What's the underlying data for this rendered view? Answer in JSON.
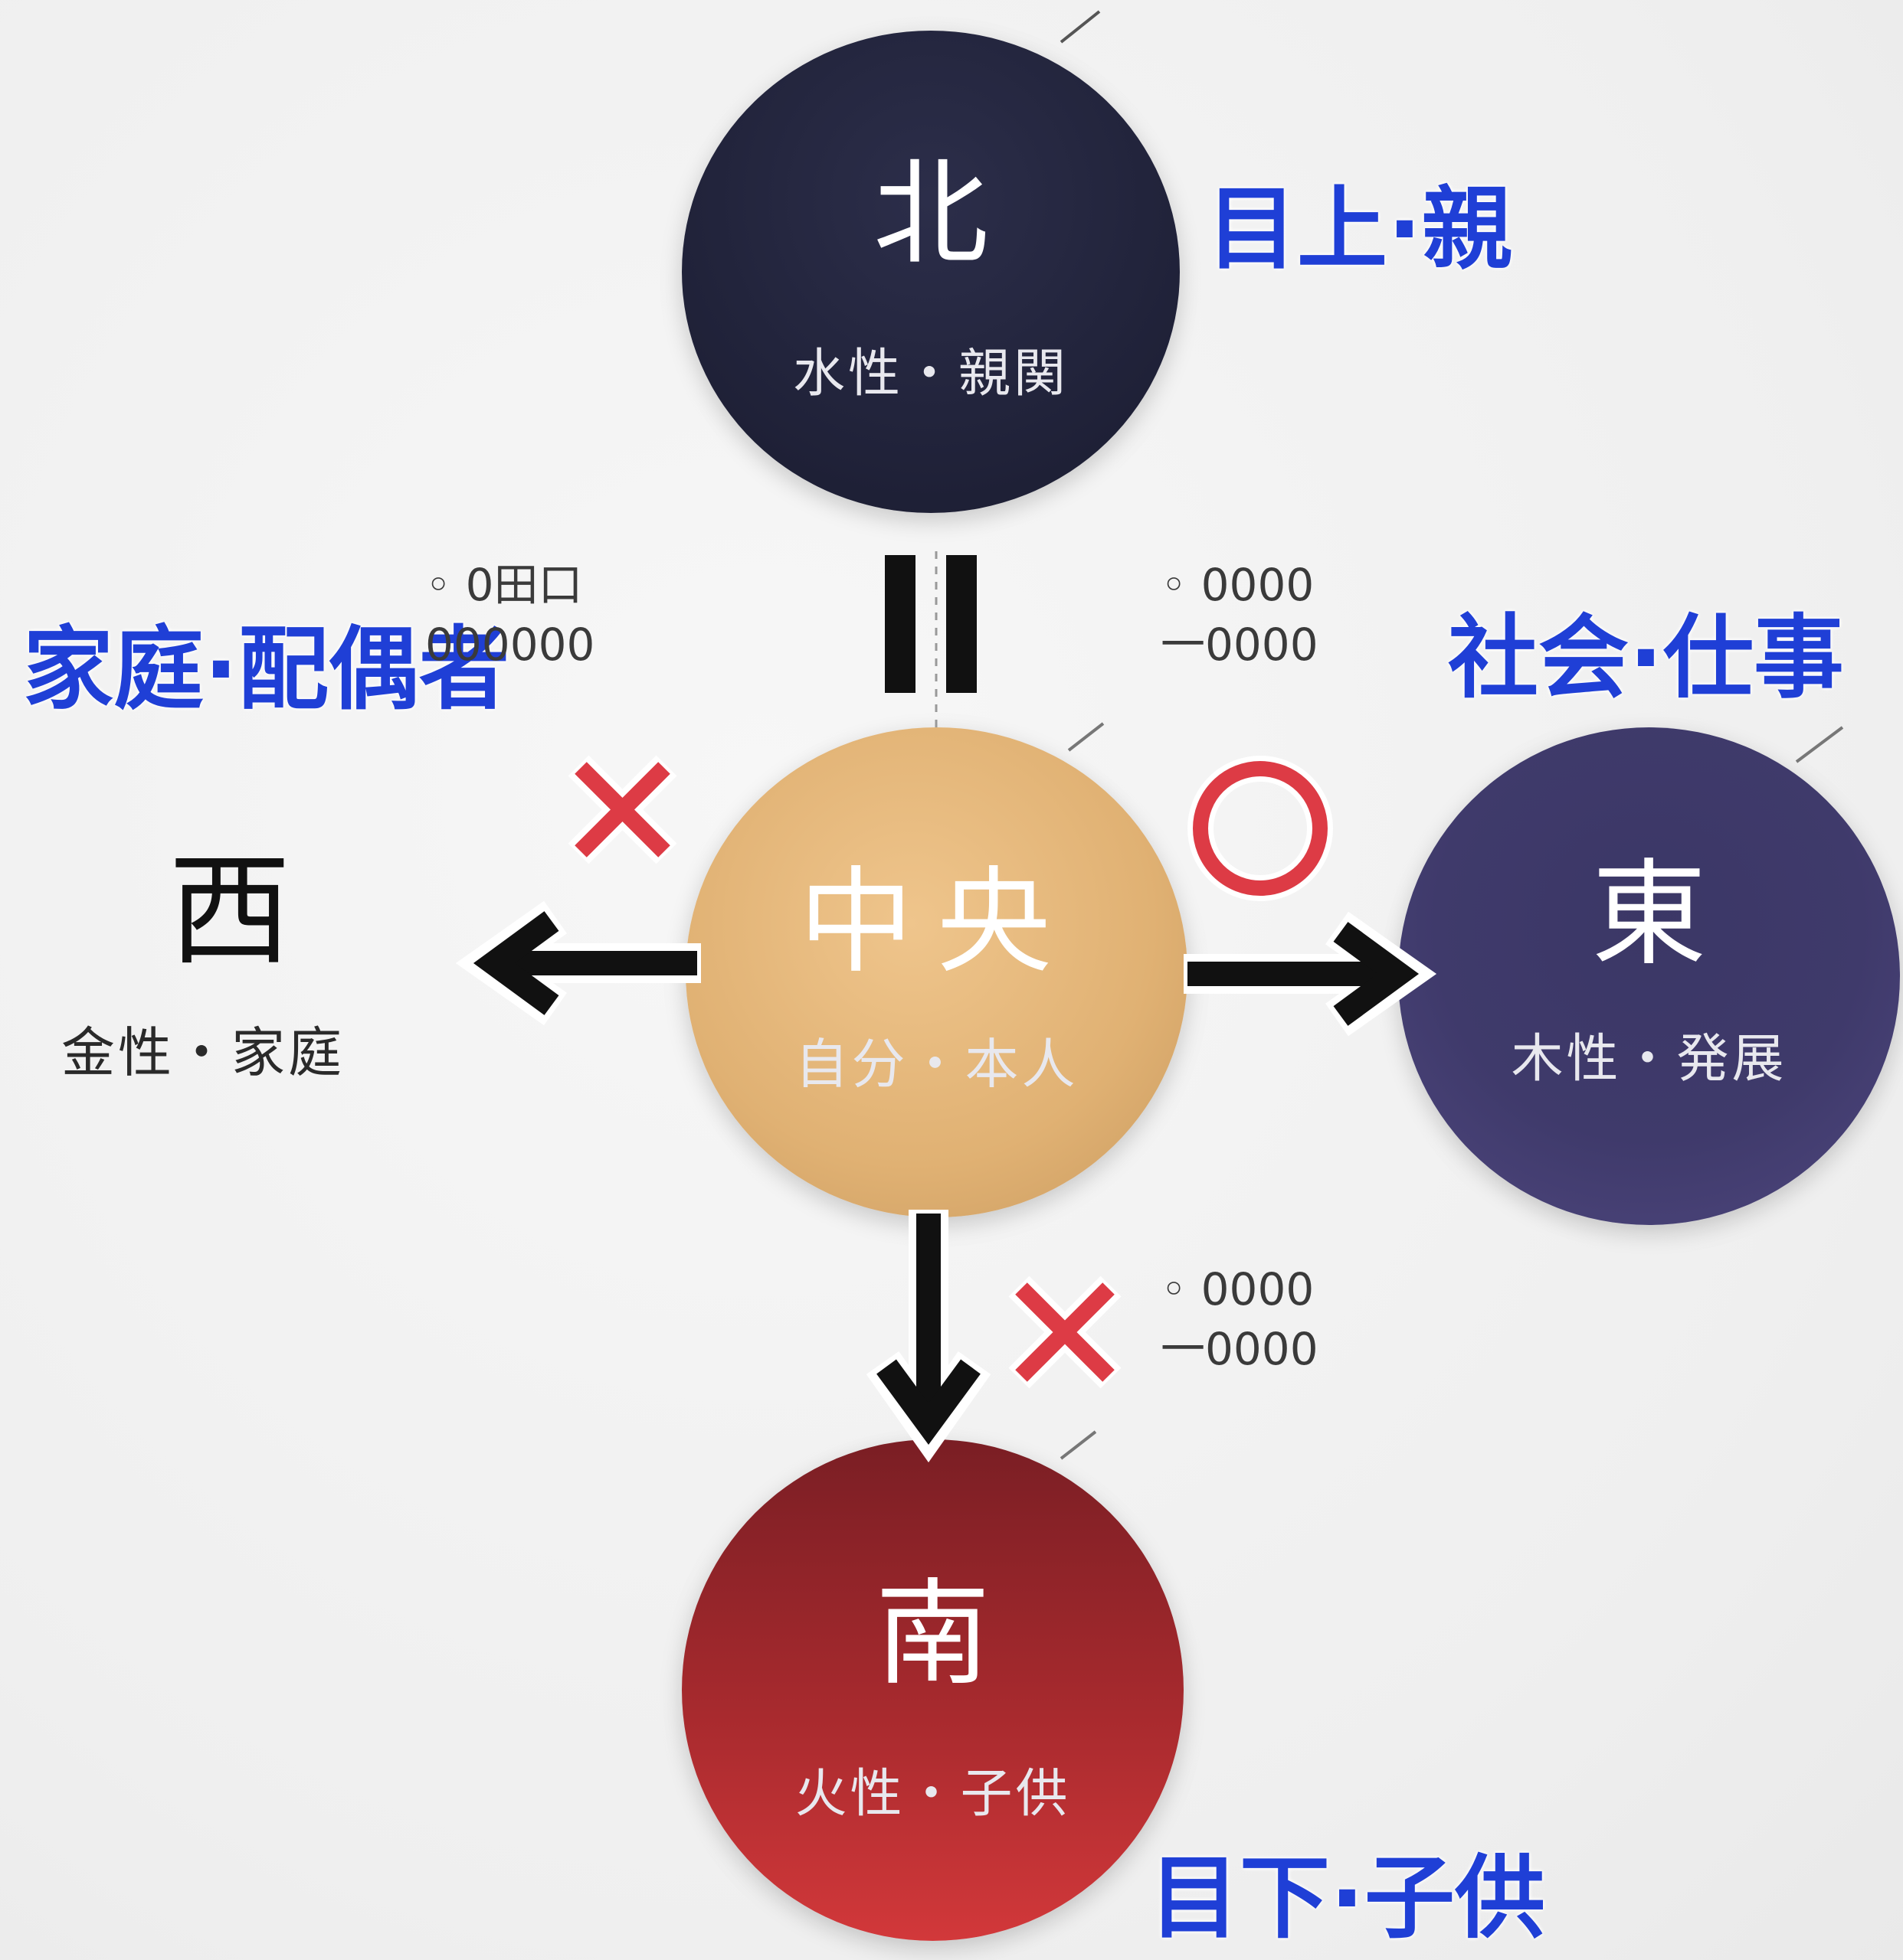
{
  "nodes": {
    "north": {
      "title": "北",
      "subtitle": "水性・親関"
    },
    "center": {
      "title": "中央",
      "subtitle": "自分・本人"
    },
    "east": {
      "title": "東",
      "subtitle": "木性・発展"
    },
    "west": {
      "title": "西",
      "subtitle": "金性・家庭"
    },
    "south": {
      "title": "南",
      "subtitle": "火性・子供"
    }
  },
  "labels": {
    "north": "目上·親",
    "west": "家庭·配偶者",
    "east": "社会·仕事",
    "south": "目下·子供"
  },
  "notes": {
    "northwest": [
      "◦ 0田口",
      "000000"
    ],
    "northeast": [
      "◦ 0000",
      "一0000"
    ],
    "southeast": [
      "◦ 0000",
      "一0000"
    ]
  },
  "marks": {
    "north": "=",
    "west": "×",
    "east": "○",
    "south": "×"
  },
  "colors": {
    "north": "#23253f",
    "center": "#e3b679",
    "east": "#3f3a6b",
    "west": "#111111",
    "south": "#b52a2c",
    "label": "#1f3fd6",
    "mark": "#dd3b45",
    "arrow": "#111111"
  }
}
